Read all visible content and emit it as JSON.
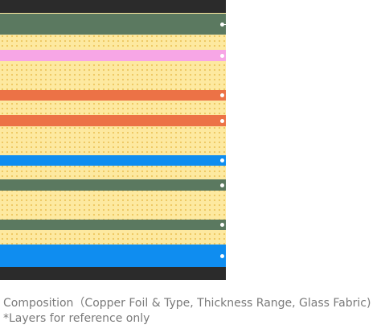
{
  "caption": {
    "title": "Composition（Copper Foil & Type, Thickness Range, Glass Fabric)",
    "note": "*Layers for reference only"
  },
  "colors": {
    "dielectric_fill": "#fde9a0",
    "dielectric_dots": "#e8be50",
    "caption_text": "#7a7a7a",
    "terminal_dot": "#ffffff"
  },
  "layers": [
    {
      "name": "top-base",
      "color": "#2b2b2b"
    },
    {
      "name": "green-top",
      "color": "#5b7960"
    },
    {
      "name": "pink",
      "color": "#f7a6e6"
    },
    {
      "name": "orange-upper",
      "color": "#ec7246"
    },
    {
      "name": "orange-lower",
      "color": "#ec7246"
    },
    {
      "name": "blue-mid",
      "color": "#0f8df0"
    },
    {
      "name": "green-mid",
      "color": "#5b7960"
    },
    {
      "name": "green-lower",
      "color": "#5b7960"
    },
    {
      "name": "blue-bottom",
      "color": "#0f8df0"
    },
    {
      "name": "bottom-base",
      "color": "#2b2b2b"
    }
  ]
}
